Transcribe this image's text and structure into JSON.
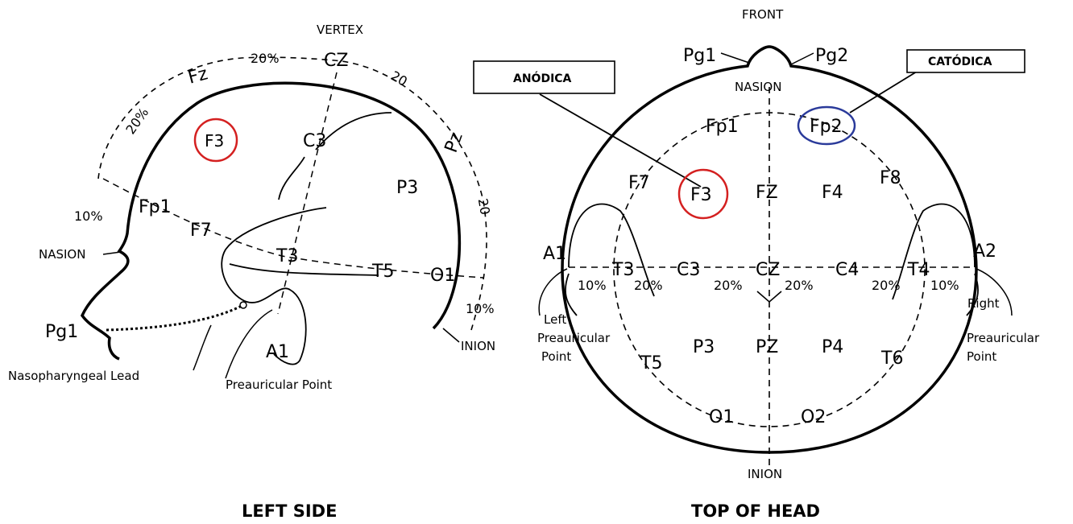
{
  "colors": {
    "anode_circle": "#d42020",
    "cathode_circle": "#2a3a9a",
    "ink": "#000000"
  },
  "left_side": {
    "caption": "LEFT SIDE",
    "vertex_label": "VERTEX",
    "nasion_label": "NASION",
    "inion_label": "INION",
    "electrodes": {
      "fz": "Fz",
      "cz": "CZ",
      "pz": "Pz",
      "c3": "C3",
      "p3": "P3",
      "fp1": "Fp1",
      "f7": "F7",
      "t3": "T3",
      "t5": "T5",
      "o1": "O1",
      "pg1": "Pg1",
      "a1": "A1",
      "f3": "F3"
    },
    "percent": {
      "fz_cz": "20%",
      "cz_pz": "20",
      "fz_fp1": "20%",
      "pz_o1": "20",
      "fp1_nasion": "10%",
      "o1_inion": "10%"
    },
    "annotations": {
      "nasopharyngeal": "Nasopharyngeal Lead",
      "preauricular": "Preauricular Point"
    }
  },
  "top_of_head": {
    "caption": "TOP OF HEAD",
    "front_label": "FRONT",
    "nasion_label": "NASION",
    "inion_label": "INION",
    "electrodes": {
      "pg1": "Pg1",
      "pg2": "Pg2",
      "fp1": "Fp1",
      "fp2": "Fp2",
      "f7": "F7",
      "f3": "F3",
      "fz": "FZ",
      "f4": "F4",
      "f8": "F8",
      "a1": "A1",
      "t3": "T3",
      "c3": "C3",
      "cz": "CZ",
      "c4": "C4",
      "t4": "T4",
      "a2": "A2",
      "t5": "T5",
      "p3": "P3",
      "pz": "PZ",
      "p4": "P4",
      "t6": "T6",
      "o1": "O1",
      "o2": "O2"
    },
    "percent": {
      "a1_t3": "10%",
      "t3_c3": "20%",
      "c3_cz": "20%",
      "cz_c4": "20%",
      "c4_t4": "20%",
      "t4_a2": "10%"
    },
    "annotations": {
      "left_pre_1": "Left",
      "left_pre_2": "Preauricular",
      "left_pre_3": "Point",
      "right_pre_1": "Right",
      "right_pre_2": "Preauricular",
      "right_pre_3": "Point"
    },
    "callouts": {
      "anode": "ANÓDICA",
      "cathode": "CATÓDICA"
    }
  }
}
